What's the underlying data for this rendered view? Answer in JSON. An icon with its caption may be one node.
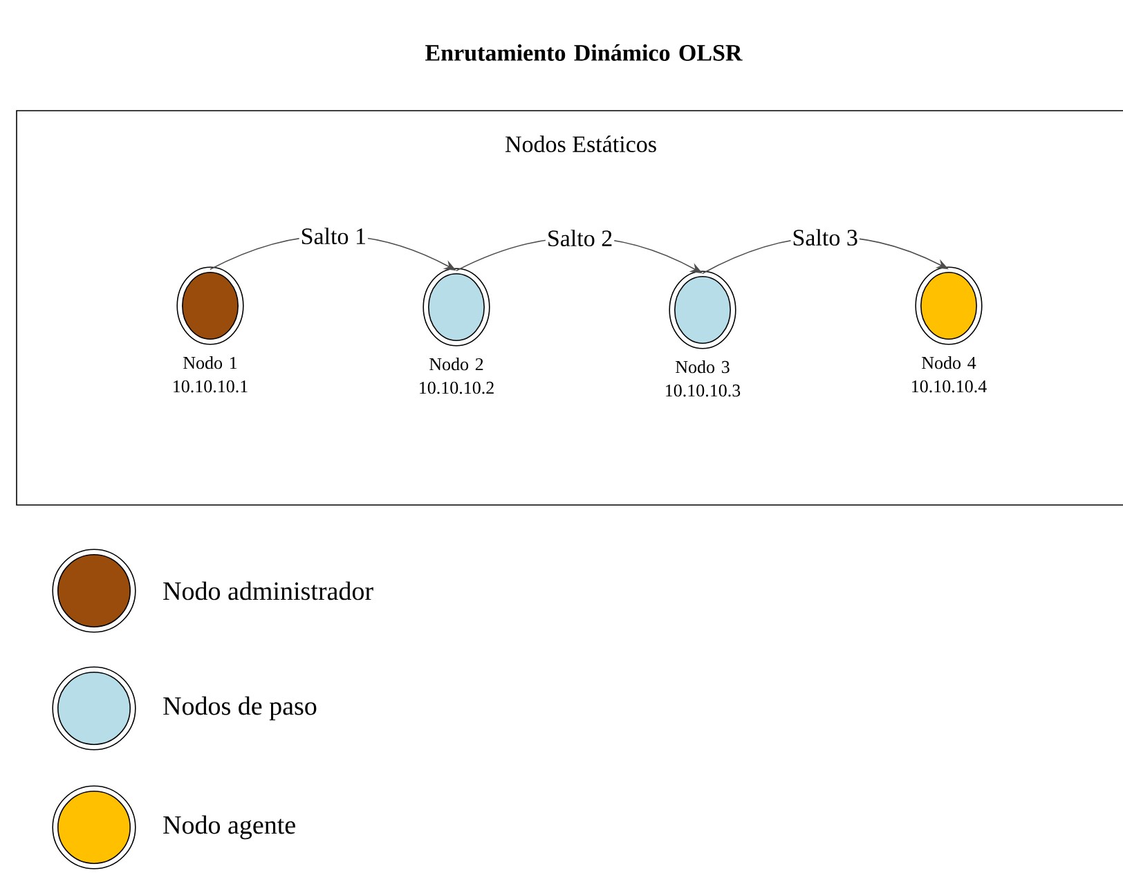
{
  "diagram": {
    "title": "Enrutamiento Dinámico OLSR",
    "nodes": [
      {
        "text": [
          "Nodos Estáticos"
        ]
      },
      {
        "text": [],
        "shape": "circle",
        "beside": [
          "Nodo 1 10.10.10.1"
        ],
        "in": 0
      },
      {
        "text": [],
        "shape": "circle",
        "beside": [
          "Nodo 2 10.10.10.2"
        ],
        "in": 0
      },
      {
        "text": [],
        "shape": "circle",
        "beside": [
          "Nodo 3 10.10.10.3"
        ],
        "in": 0
      },
      {
        "text": [],
        "shape": "circle",
        "beside": [
          "Nodo 4 10.10.10.4"
        ],
        "in": 0
      }
    ],
    "edges": [
      {
        "from": 1,
        "to": 2,
        "arrow": "to",
        "label": "Salto 1"
      },
      {
        "from": 2,
        "to": 3,
        "arrow": "to",
        "label": "Salto 2"
      },
      {
        "from": 3,
        "to": 4,
        "arrow": "to",
        "label": "Salto 3"
      }
    ],
    "legend": [
      {
        "text": "Nodo administrador",
        "color": "#994c0b"
      },
      {
        "text": "Nodos de paso",
        "color": "#b7dde8"
      },
      {
        "text": "Nodo agente",
        "color": "#ffc000"
      }
    ]
  }
}
